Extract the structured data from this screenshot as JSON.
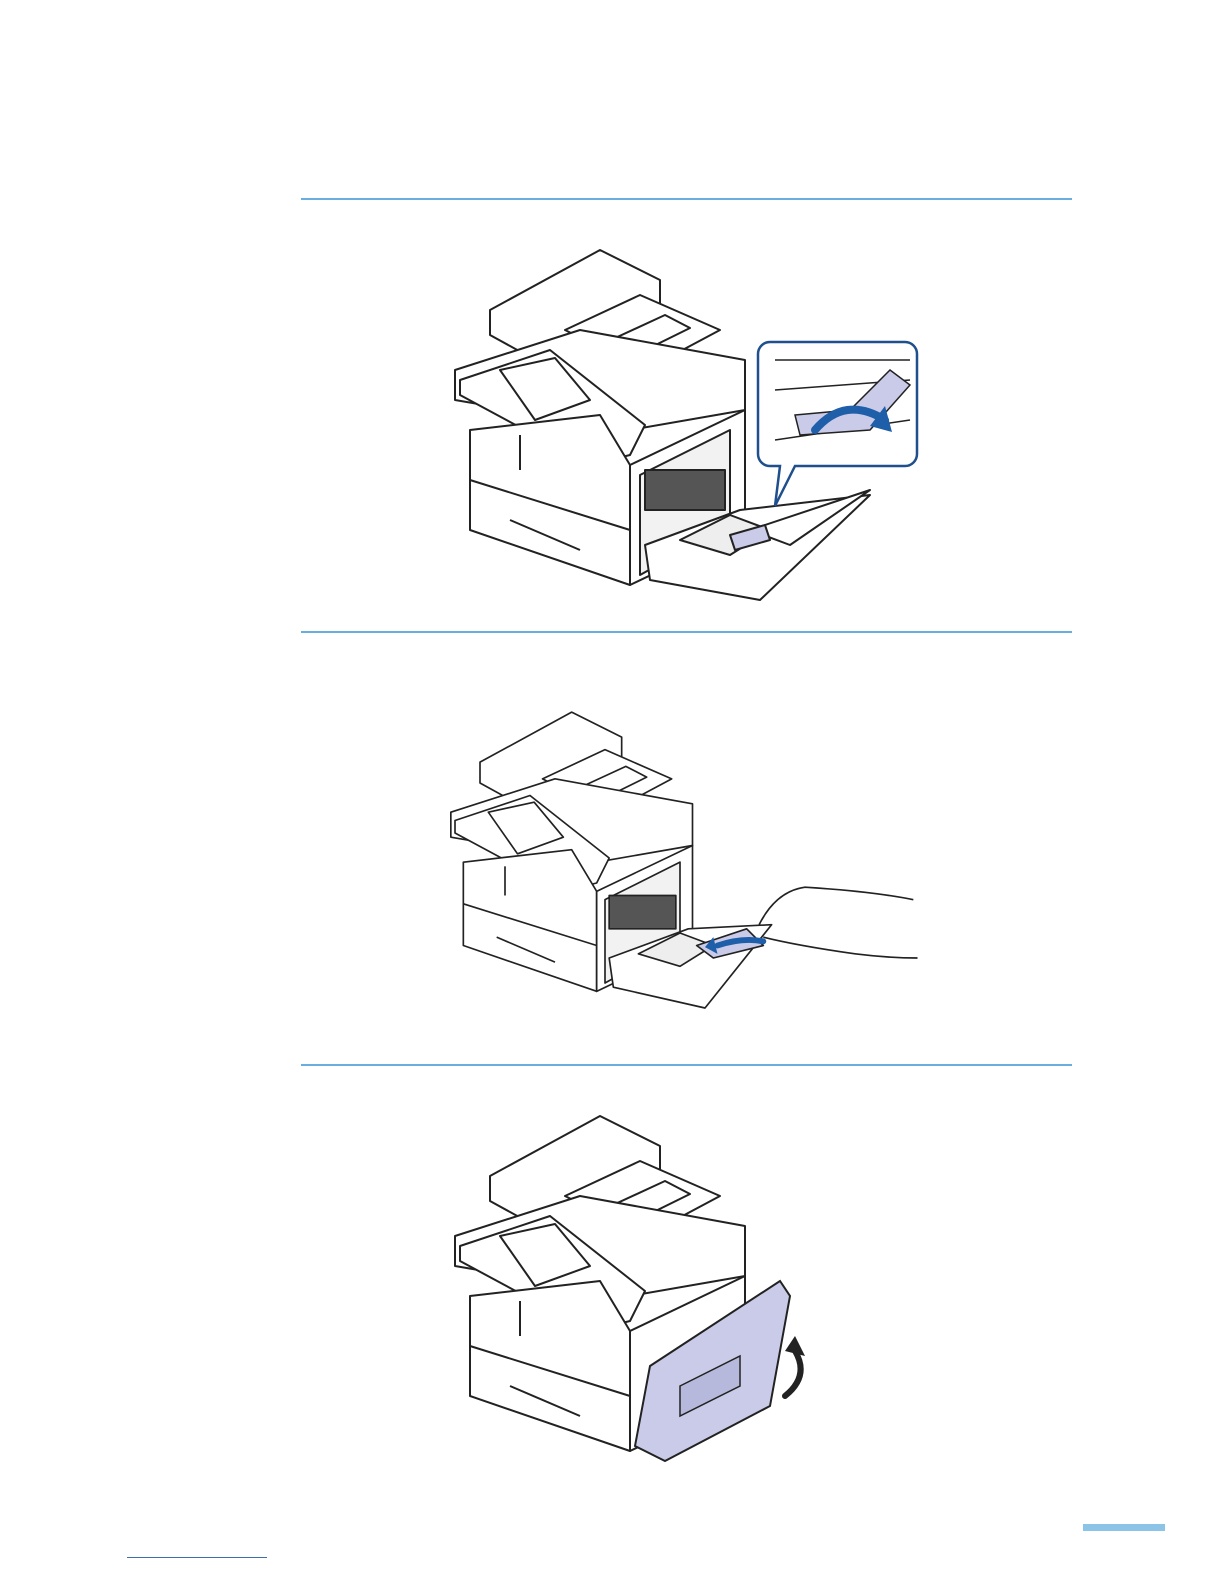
{
  "figures": [
    {
      "name": "step-1-figure",
      "callout": true,
      "hand": false,
      "cover": false
    },
    {
      "name": "step-2-figure",
      "callout": false,
      "hand": true,
      "cover": false
    },
    {
      "name": "step-3-figure",
      "callout": false,
      "hand": false,
      "cover": true
    }
  ],
  "colors": {
    "rule": "#6aaedd",
    "highlight": "#c9cbe8",
    "arrow": "#1f5ea8",
    "page_bar": "#8cc4e8",
    "footer_line": "#3b6fa8"
  }
}
